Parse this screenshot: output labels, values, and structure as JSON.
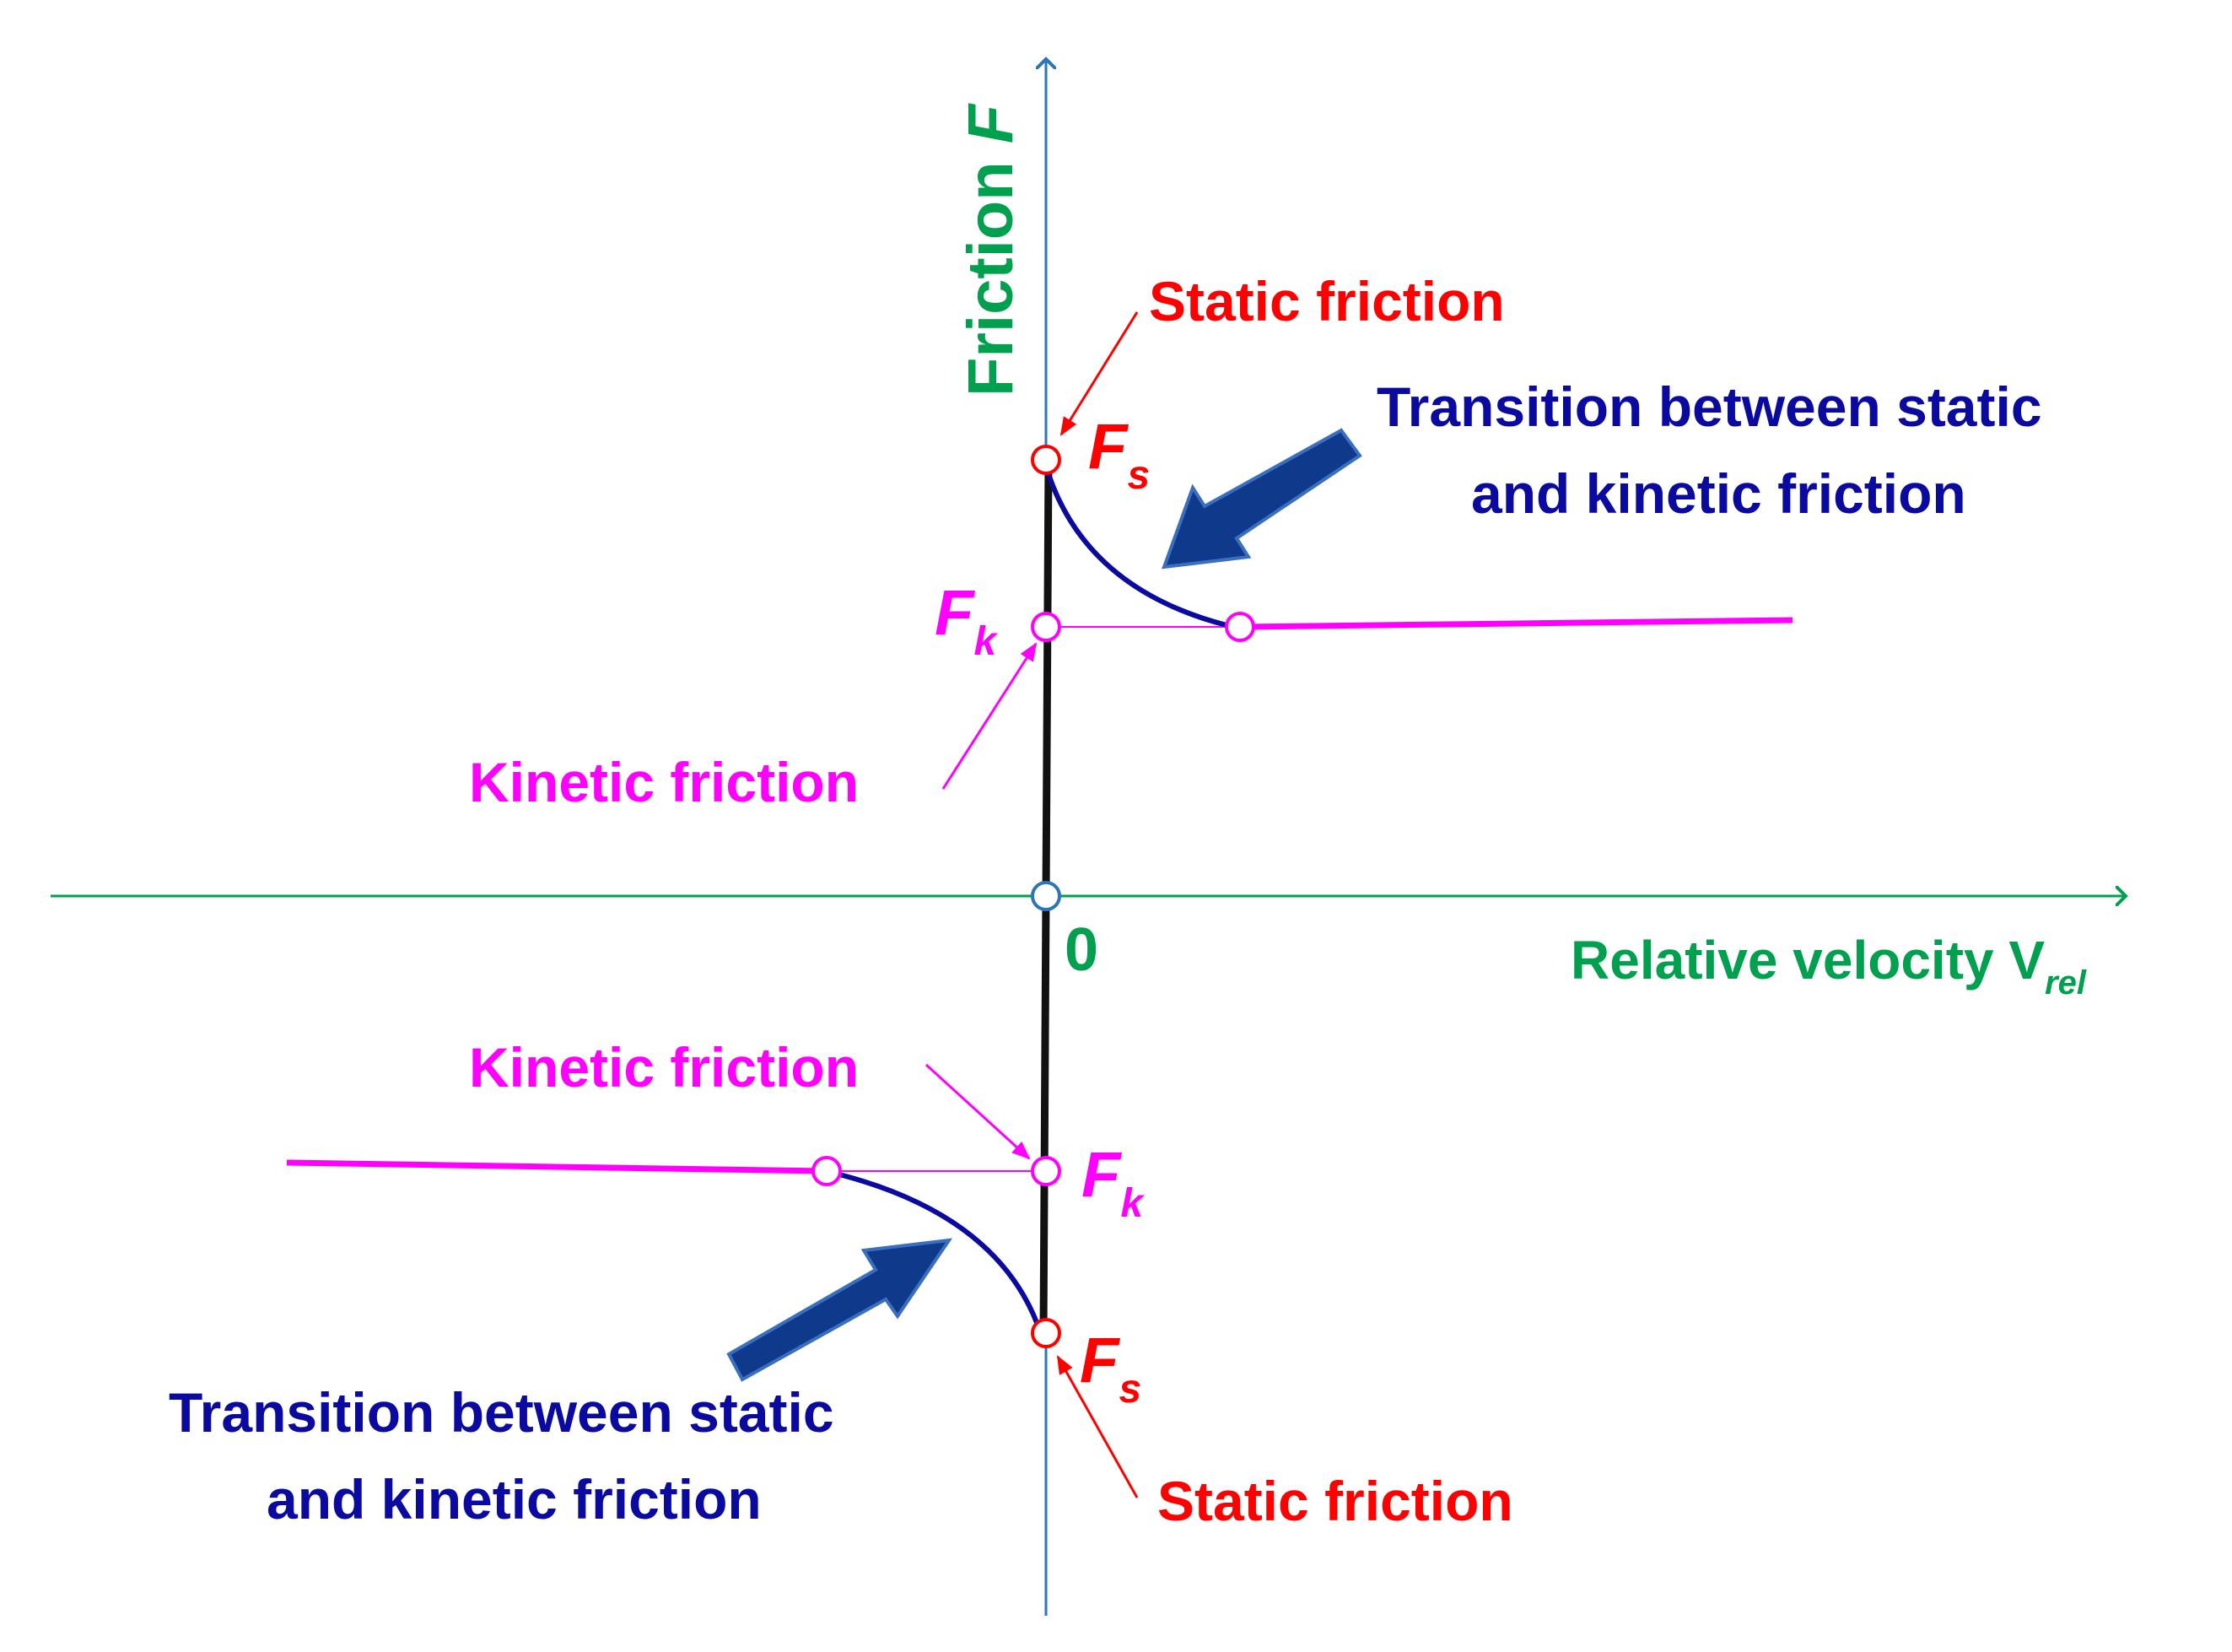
{
  "axes": {
    "y_label": "Friction ",
    "y_label_var": "F",
    "x_label": "Relative velocity V",
    "x_label_sub": "rel",
    "origin_label": "0"
  },
  "upper": {
    "static_label": "Static friction",
    "fs_symbol": "F",
    "fs_sub": "s",
    "fk_symbol": "F",
    "fk_sub": "k",
    "kinetic_label": "Kinetic friction",
    "transition_line1": "Transition between static",
    "transition_line2": "and kinetic friction"
  },
  "lower": {
    "kinetic_label": "Kinetic friction",
    "fk_symbol": "F",
    "fk_sub": "k",
    "fs_symbol": "F",
    "fs_sub": "s",
    "static_label": "Static friction",
    "transition_line1": "Transition between static",
    "transition_line2": "and kinetic friction"
  },
  "colors": {
    "axis_green": "#00a04f",
    "axis_blue": "#2e75b6",
    "static_red": "#ff0000",
    "kinetic_magenta": "#ff00ff",
    "transition_navy": "#0a0aa0",
    "arrow_fill": "#0f3a8c",
    "arrow_edge": "#3a6fc0",
    "black_line": "#111111"
  }
}
